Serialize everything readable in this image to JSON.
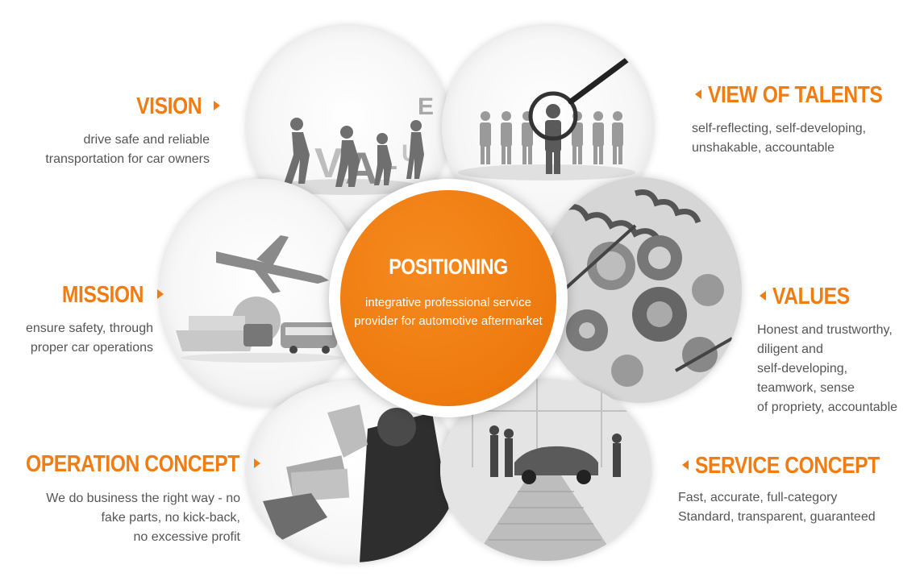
{
  "center": {
    "title": "POSITIONING",
    "description": "integrative professional service provider for automotive aftermarket"
  },
  "sections": {
    "vision": {
      "title": "VISION",
      "lines": [
        "drive safe and reliable",
        "transportation for car owners"
      ]
    },
    "mission": {
      "title": "MISSION",
      "lines": [
        "ensure safety, through",
        "proper car operations"
      ]
    },
    "operation_concept": {
      "title": "OPERATION CONCEPT",
      "lines": [
        "We do business the right way - no",
        "fake parts, no kick-back,",
        "no excessive profit"
      ]
    },
    "view_of_talents": {
      "title": "VIEW OF TALENTS",
      "lines": [
        "self-reflecting, self-developing,",
        "unshakable, accountable"
      ]
    },
    "values": {
      "title": "VALUES",
      "lines": [
        "Honest and trustworthy,",
        "diligent and",
        "self-developing,",
        "teamwork, sense",
        "of propriety, accountable"
      ]
    },
    "service_concept": {
      "title": "SERVICE CONCEPT",
      "lines": [
        "Fast, accurate, full-category",
        "Standard, transparent, guaranteed"
      ]
    }
  },
  "illustration_letters": {
    "v": "V",
    "a": "A",
    "l": "L",
    "u": "U",
    "e": "E"
  },
  "colors": {
    "accent": "#f07c12",
    "center_fill": "#ee7a0e",
    "text": "#555555"
  },
  "icons": {
    "title_arrow_left_side": "triangle-right-icon",
    "title_arrow_right_side": "triangle-left-icon"
  }
}
